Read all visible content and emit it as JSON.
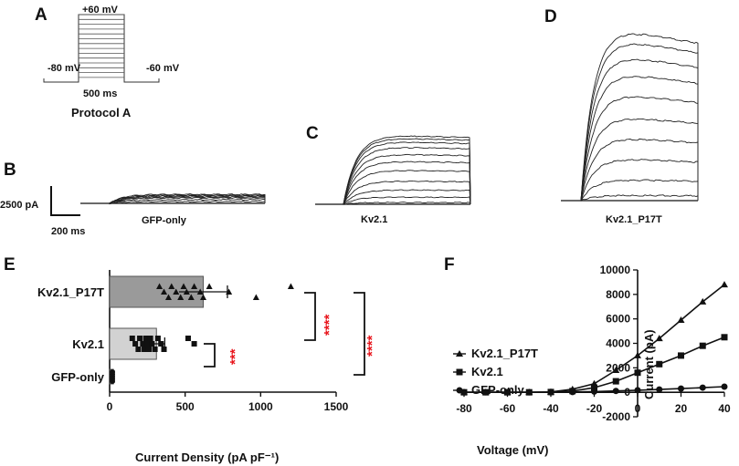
{
  "colors": {
    "stars": "#e8141b",
    "bar_p17t": "#9a9a9a",
    "bar_kv21": "#d2d2d2",
    "bar_gfp": "#444444",
    "ink": "#111111"
  },
  "panel_a": {
    "letter": "A",
    "vmax": "+60 mV",
    "vhold": "-80 mV",
    "vpost": "-60 mV",
    "duration": "500 ms",
    "title": "Protocol A"
  },
  "panel_b": {
    "letter": "B",
    "scale_current": "2500 pA",
    "scale_time": "200 ms",
    "label": "GFP-only"
  },
  "panel_c": {
    "letter": "C",
    "label": "Kv2.1"
  },
  "panel_d": {
    "letter": "D",
    "label": "Kv2.1_P17T"
  },
  "chart_data": [
    {
      "panel": "E",
      "type": "bar",
      "orientation": "horizontal",
      "categories": [
        "Kv2.1_P17T",
        "Kv2.1",
        "GFP-only"
      ],
      "values": [
        620,
        310,
        25
      ],
      "errors": [
        160,
        55,
        5
      ],
      "points": {
        "Kv2.1_P17T": [
          330,
          360,
          390,
          410,
          440,
          470,
          490,
          510,
          540,
          560,
          600,
          620,
          660,
          790,
          970,
          1200
        ],
        "Kv2.1": [
          150,
          170,
          190,
          200,
          220,
          230,
          240,
          250,
          260,
          270,
          280,
          300,
          320,
          340,
          360,
          520,
          560
        ],
        "GFP-only": [
          10,
          15,
          20,
          25,
          30
        ]
      },
      "xlabel": "Current Density (pA pF⁻¹)",
      "xlim": [
        0,
        1500
      ],
      "xticks": [
        0,
        500,
        1000,
        1500
      ],
      "significance": [
        {
          "between": [
            "Kv2.1_P17T",
            "Kv2.1"
          ],
          "stars": "****"
        },
        {
          "between": [
            "Kv2.1_P17T",
            "GFP-only"
          ],
          "stars": "****"
        },
        {
          "between": [
            "Kv2.1",
            "GFP-only"
          ],
          "stars": "***"
        }
      ]
    },
    {
      "panel": "F",
      "type": "line",
      "x": [
        -80,
        -70,
        -60,
        -50,
        -40,
        -30,
        -20,
        -10,
        0,
        10,
        20,
        30,
        40
      ],
      "series": [
        {
          "name": "Kv2.1_P17T",
          "marker": "triangle",
          "values": [
            0,
            0,
            0,
            0,
            30,
            250,
            700,
            1800,
            3000,
            4400,
            5900,
            7400,
            8800
          ]
        },
        {
          "name": "Kv2.1",
          "marker": "square",
          "values": [
            0,
            0,
            0,
            0,
            20,
            100,
            380,
            900,
            1600,
            2300,
            3000,
            3800,
            4500
          ]
        },
        {
          "name": "GFP-only",
          "marker": "circle",
          "values": [
            0,
            0,
            0,
            0,
            0,
            20,
            60,
            110,
            170,
            230,
            300,
            380,
            460
          ]
        }
      ],
      "xlabel": "Voltage (mV)",
      "ylabel": "Current (pA)",
      "xlim": [
        -80,
        40
      ],
      "ylim": [
        -2000,
        10000
      ],
      "xticks": [
        -80,
        -60,
        -40,
        -20,
        0,
        20,
        40
      ],
      "yticks": [
        -2000,
        0,
        2000,
        4000,
        6000,
        8000,
        10000
      ]
    }
  ],
  "panel_e_letter": "E",
  "panel_f_letter": "F"
}
